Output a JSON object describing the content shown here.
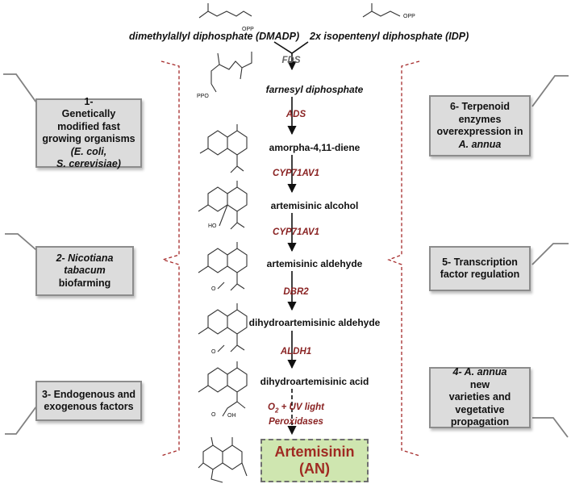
{
  "precursors": {
    "dmadp": "dimethylallyl diphosphate (DMADP)",
    "idp_prefix": "2x",
    "idp": "isopentenyl diphosphate (IDP)",
    "opp_left": "OPP",
    "opp_right": "OPP"
  },
  "pathway": [
    {
      "enzyme": "FDS",
      "product": "farnesyl diphosphate"
    },
    {
      "enzyme": "ADS",
      "product": "amorpha-4,11-diene"
    },
    {
      "enzyme": "CYP71AV1",
      "product": "artemisinic alcohol"
    },
    {
      "enzyme": "CYP71AV1",
      "product": "artemisinic aldehyde"
    },
    {
      "enzyme": "DBR2",
      "product": "dihydroartemisinic aldehyde"
    },
    {
      "enzyme": "ALDH1",
      "product": "dihydroartemisinic acid"
    }
  ],
  "final_step": {
    "line1_o": "O",
    "line1_sub": "2",
    "line1_rest": " + UV light",
    "line2": "Peroxidases"
  },
  "final_product": {
    "name": "Artemisinin",
    "abbr": "(AN)"
  },
  "atom_labels": {
    "ppo": "PPO",
    "ho": "HO",
    "o": "O",
    "oh": "OH"
  },
  "strategies": {
    "s1": {
      "number": "1- ",
      "l1": "Genetically",
      "l2": "modified fast",
      "l3": "growing organisms",
      "l4": "(E. coli,",
      "l5": "S. cerevisiae)"
    },
    "s2": {
      "l1": "2- Nicotiana",
      "l2": "tabacum",
      "l3": "biofarming"
    },
    "s3": {
      "l1": "3- Endogenous and",
      "l2": "exogenous factors"
    },
    "s4": {
      "l1_italic": "4- A. annua",
      "l1_rest": " new",
      "l2": "varieties and",
      "l3": "vegetative",
      "l4": "propagation"
    },
    "s5": {
      "l1": "5- Transcription",
      "l2": "factor regulation"
    },
    "s6": {
      "l1": "6- Terpenoid",
      "l2": "enzymes",
      "l3": "overexpression in",
      "l4": "A. annua"
    }
  },
  "colors": {
    "enzyme": "#8a2323",
    "bracket": "#a52a2a",
    "box_fill": "#dcdcdc",
    "box_border": "#8c8c8c",
    "final_fill": "#cfe6b0",
    "final_text": "#a02a22"
  }
}
